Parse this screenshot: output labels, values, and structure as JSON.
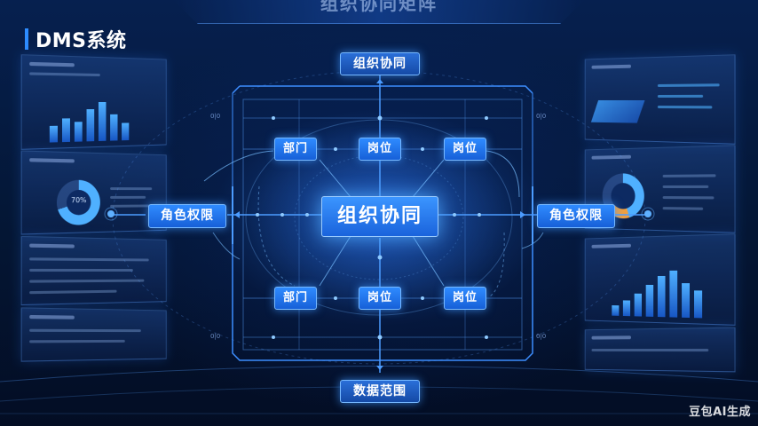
{
  "header": {
    "title": "组织协同矩阵",
    "brand": "DMS系统"
  },
  "diagram": {
    "top_label": "组织协同",
    "bottom_label": "数据范围",
    "center": "组织协同",
    "left_side": "角色权限",
    "right_side": "角色权限",
    "top_row": [
      "部门",
      "岗位",
      "岗位"
    ],
    "bottom_row": [
      "部门",
      "岗位",
      "岗位"
    ],
    "corner_marks": [
      "0|0",
      "0|0",
      "0|0",
      "0|0"
    ]
  },
  "left_panels": {
    "donut_value": "70%"
  },
  "watermark": "豆包AI生成",
  "colors": {
    "accent": "#2d8cff",
    "node_fill": "#1f6fe8",
    "background": "#04122e"
  }
}
